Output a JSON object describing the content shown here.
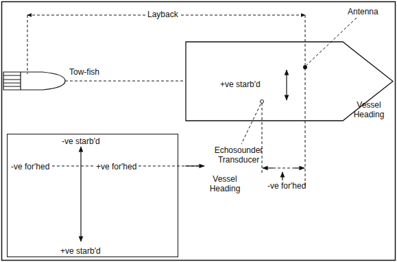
{
  "diagram": {
    "nodes": [
      {
        "text": [
          "+ve starb'd"
        ]
      },
      {
        "text": [
          "-ve starb'd",
          "-ve for'hed",
          "+ve for'hed",
          "+ve starb'd"
        ]
      }
    ],
    "labels": [
      "Layback",
      "Antenna",
      "Tow-fish",
      "Vessel Heading",
      "Echosounder Transducer",
      "-ve for'hed",
      "Vessel Heading"
    ]
  }
}
